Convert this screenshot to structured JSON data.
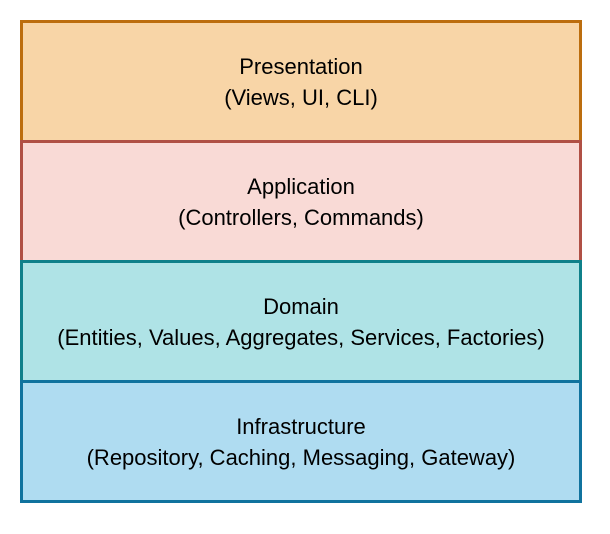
{
  "diagram_type": "layered-architecture-stack",
  "background": "#FFFFFF",
  "text_color": "#000000",
  "layers": [
    {
      "title": "Presentation",
      "subtitle": "(Views, UI, CLI)",
      "fill": "#F8D5A7",
      "stroke": "#BC6D0E"
    },
    {
      "title": "Application",
      "subtitle": "(Controllers, Commands)",
      "fill": "#F9DAD6",
      "stroke": "#B05045"
    },
    {
      "title": "Domain",
      "subtitle": "(Entities, Values, Aggregates, Services, Factories)",
      "fill": "#AFE3E6",
      "stroke": "#0F808A"
    },
    {
      "title": "Infrastructure",
      "subtitle": "(Repository, Caching, Messaging, Gateway)",
      "fill": "#AFDCF1",
      "stroke": "#10739E"
    }
  ]
}
